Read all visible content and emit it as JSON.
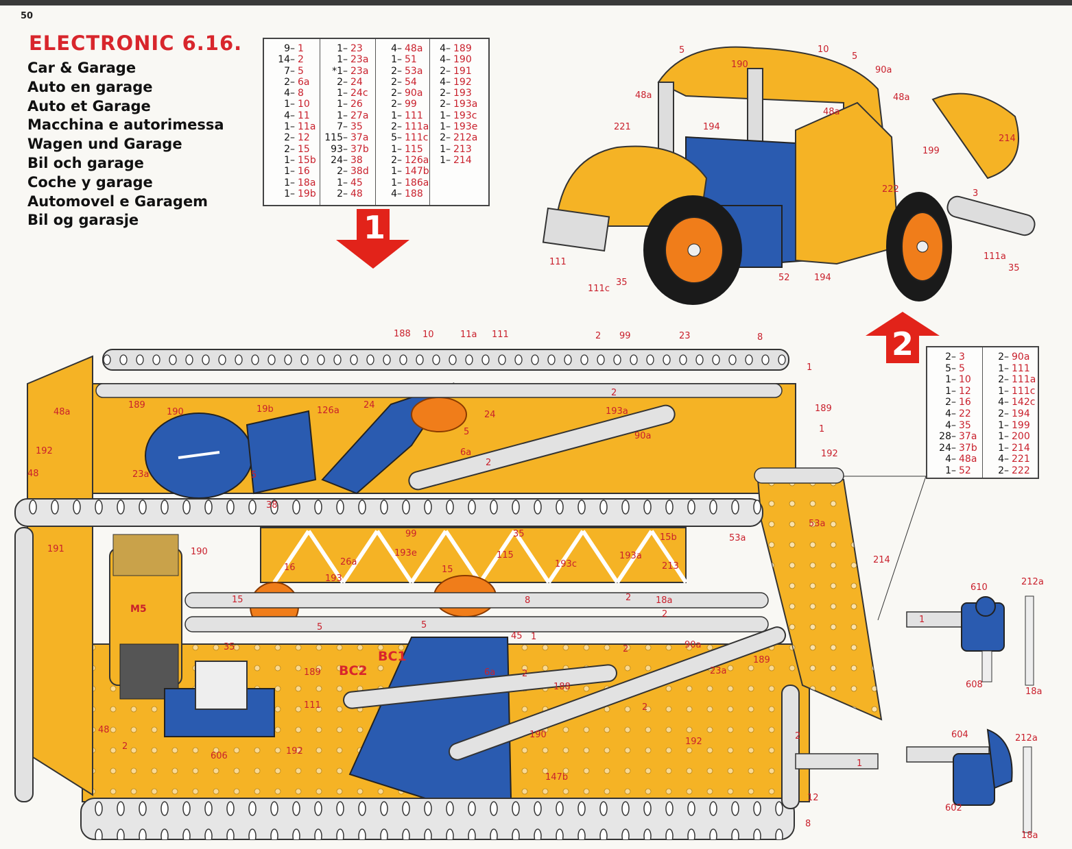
{
  "page_number": "50",
  "title": "ELECTRONIC 6.16.",
  "subtitles": [
    "Car & Garage",
    "Auto en garage",
    "Auto et Garage",
    "Macchina e autorimessa",
    "Wagen und Garage",
    "Bil och garage",
    "Coche y garage",
    "Automovel e Garagem",
    "Bil og garasje"
  ],
  "parts_table_1": [
    [
      [
        "9–",
        "1"
      ],
      [
        "14–",
        "2"
      ],
      [
        "7–",
        "5"
      ],
      [
        "2–",
        "6a"
      ],
      [
        "4–",
        "8"
      ],
      [
        "1–",
        "10"
      ],
      [
        "4–",
        "11"
      ],
      [
        "1–",
        "11a"
      ],
      [
        "2–",
        "12"
      ],
      [
        "2–",
        "15"
      ],
      [
        "1–",
        "15b"
      ],
      [
        "1–",
        "16"
      ],
      [
        "1–",
        "18a"
      ],
      [
        "1–",
        "19b"
      ]
    ],
    [
      [
        "1–",
        "23"
      ],
      [
        "1–",
        "23a"
      ],
      [
        "*1–",
        "23a"
      ],
      [
        "2–",
        "24"
      ],
      [
        "1–",
        "24c"
      ],
      [
        "1–",
        "26"
      ],
      [
        "1–",
        "27a"
      ],
      [
        "7–",
        "35"
      ],
      [
        "115–",
        "37a"
      ],
      [
        "93–",
        "37b"
      ],
      [
        "24–",
        "38"
      ],
      [
        "2–",
        "38d"
      ],
      [
        "1–",
        "45"
      ],
      [
        "2–",
        "48"
      ]
    ],
    [
      [
        "4–",
        "48a"
      ],
      [
        "1–",
        "51"
      ],
      [
        "2–",
        "53a"
      ],
      [
        "2–",
        "54"
      ],
      [
        "2–",
        "90a"
      ],
      [
        "2–",
        "99"
      ],
      [
        "1–",
        "111"
      ],
      [
        "2–",
        "111a"
      ],
      [
        "5–",
        "111c"
      ],
      [
        "1–",
        "115"
      ],
      [
        "2–",
        "126a"
      ],
      [
        "1–",
        "147b"
      ],
      [
        "1–",
        "186a"
      ],
      [
        "4–",
        "188"
      ]
    ],
    [
      [
        "4–",
        "189"
      ],
      [
        "4–",
        "190"
      ],
      [
        "2–",
        "191"
      ],
      [
        "4–",
        "192"
      ],
      [
        "2–",
        "193"
      ],
      [
        "2–",
        "193a"
      ],
      [
        "1–",
        "193c"
      ],
      [
        "1–",
        "193e"
      ],
      [
        "2–",
        "212a"
      ],
      [
        "1–",
        "213"
      ],
      [
        "1–",
        "214"
      ]
    ]
  ],
  "parts_table_2": [
    [
      [
        "2–",
        "3"
      ],
      [
        "5–",
        "5"
      ],
      [
        "1–",
        "10"
      ],
      [
        "1–",
        "12"
      ],
      [
        "2–",
        "16"
      ],
      [
        "4–",
        "22"
      ],
      [
        "4–",
        "35"
      ],
      [
        "28–",
        "37a"
      ],
      [
        "24–",
        "37b"
      ],
      [
        "4–",
        "48a"
      ],
      [
        "1–",
        "52"
      ]
    ],
    [
      [
        "2–",
        "90a"
      ],
      [
        "1–",
        "111"
      ],
      [
        "2–",
        "111a"
      ],
      [
        "1–",
        "111c"
      ],
      [
        "4–",
        "142c"
      ],
      [
        "2–",
        "194"
      ],
      [
        "1–",
        "199"
      ],
      [
        "1–",
        "200"
      ],
      [
        "1–",
        "214"
      ],
      [
        "4–",
        "221"
      ],
      [
        "2–",
        "222"
      ]
    ]
  ],
  "step_arrows": {
    "step1": "1",
    "step2": "2"
  },
  "colors": {
    "title_red": "#d8262c",
    "part_yellow": "#f5b325",
    "part_blue": "#2a5bb0",
    "strip_gray": "#dcdcdc",
    "arrow_red": "#e2231a"
  },
  "callouts": {
    "car": [
      "5",
      "10",
      "5",
      "190",
      "90a",
      "48a",
      "48a",
      "48a",
      "221",
      "194",
      "199",
      "214",
      "222",
      "3",
      "111",
      "111c",
      "35",
      "52",
      "194",
      "111a",
      "35"
    ],
    "main": [
      "188",
      "10",
      "11a",
      "111",
      "2",
      "99",
      "23",
      "8",
      "1",
      "189",
      "190",
      "19b",
      "126a",
      "24",
      "24",
      "2",
      "193a",
      "189",
      "1",
      "48a",
      "5",
      "6a",
      "90a",
      "192",
      "192",
      "48",
      "23a",
      "2",
      "5",
      "38",
      "35",
      "99",
      "53a",
      "53a",
      "15b",
      "191",
      "190",
      "115",
      "193e",
      "193c",
      "193a",
      "26a",
      "213",
      "214",
      "16",
      "193",
      "15",
      "15",
      "8",
      "2",
      "18a",
      "2",
      "5",
      "5",
      "45",
      "1",
      "90a",
      "2",
      "35",
      "189",
      "6a",
      "2",
      "23a",
      "189",
      "188",
      "2",
      "111",
      "48",
      "2",
      "606",
      "192",
      "190",
      "192",
      "2",
      "1",
      "147b",
      "12",
      "8"
    ],
    "main_big": [
      "BC2",
      "BC1",
      "M5"
    ],
    "details": [
      "610",
      "212a",
      "1",
      "608",
      "18a",
      "604",
      "212a",
      "602",
      "18a"
    ]
  }
}
